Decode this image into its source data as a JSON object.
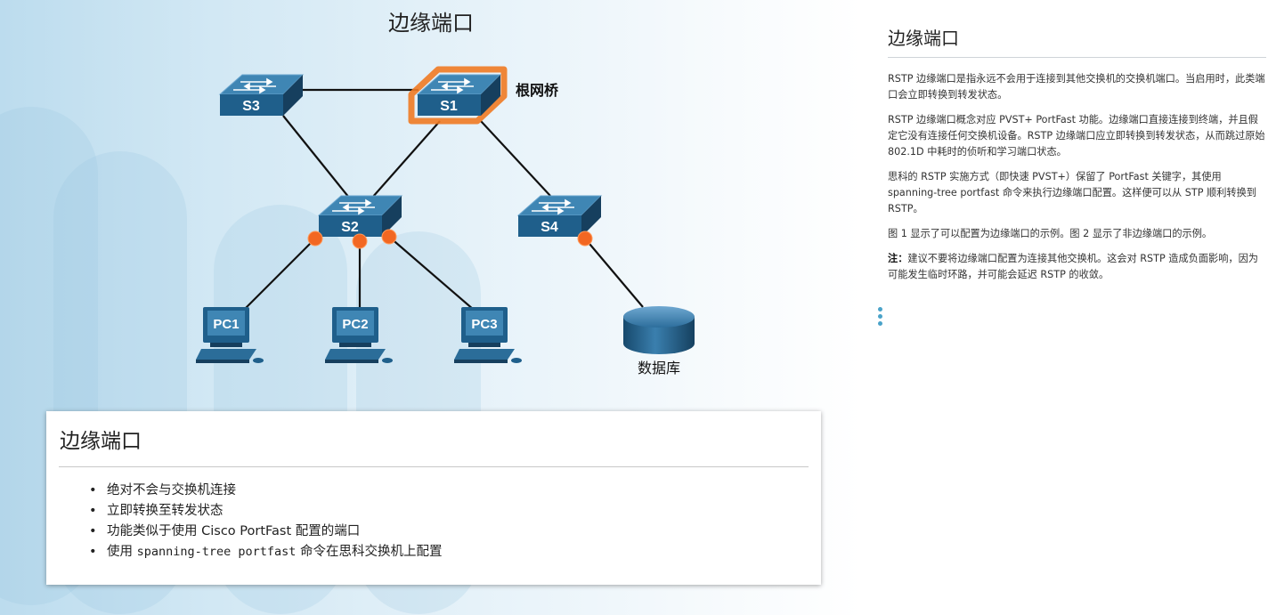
{
  "figure": {
    "title": "边缘端口",
    "root_bridge_label": "根网桥",
    "database_label": "数据库",
    "switches": [
      {
        "id": "S1",
        "label": "S1"
      },
      {
        "id": "S2",
        "label": "S2"
      },
      {
        "id": "S3",
        "label": "S3"
      },
      {
        "id": "S4",
        "label": "S4"
      }
    ],
    "pcs": [
      {
        "id": "PC1",
        "label": "PC1"
      },
      {
        "id": "PC2",
        "label": "PC2"
      },
      {
        "id": "PC3",
        "label": "PC3"
      }
    ],
    "links": [
      [
        "S3",
        "S1"
      ],
      [
        "S3",
        "S2"
      ],
      [
        "S1",
        "S2"
      ],
      [
        "S1",
        "S4"
      ],
      [
        "S2",
        "PC1"
      ],
      [
        "S2",
        "PC2"
      ],
      [
        "S2",
        "PC3"
      ],
      [
        "S4",
        "数据库"
      ]
    ],
    "colors": {
      "switch_top": "#3f86b4",
      "switch_front": "#1f5f8b",
      "root_highlight": "#ef7a22",
      "edge_port": "#f26722",
      "link": "#111111"
    }
  },
  "card": {
    "title": "边缘端口",
    "items": {
      "item1": "绝对不会与交换机连接",
      "item2": "立即转换至转发状态",
      "item3": "功能类似于使用 Cisco PortFast 配置的端口",
      "item4_prefix": "使用 ",
      "item4_command": "spanning-tree portfast",
      "item4_suffix": " 命令在思科交换机上配置"
    }
  },
  "sidebar": {
    "title": "边缘端口",
    "paragraphs": {
      "p1": "RSTP 边缘端口是指永远不会用于连接到其他交换机的交换机端口。当启用时，此类端口会立即转换到转发状态。",
      "p2": "RSTP 边缘端口概念对应 PVST+ PortFast 功能。边缘端口直接连接到终端，并且假定它没有连接任何交换机设备。RSTP 边缘端口应立即转换到转发状态，从而跳过原始 802.1D 中耗时的侦听和学习端口状态。",
      "p3": "思科的 RSTP 实施方式（即快速 PVST+）保留了 PortFast 关键字，其使用 spanning-tree portfast 命令来执行边缘端口配置。这样便可以从 STP 顺利转换到 RSTP。",
      "p4": "图 1 显示了可以配置为边缘端口的示例。图 2 显示了非边缘端口的示例。",
      "note_label": "注：",
      "note_text": "建议不要将边缘端口配置为连接其他交换机。这会对 RSTP 造成负面影响，因为可能发生临时环路，并可能会延迟 RSTP 的收敛。"
    }
  }
}
